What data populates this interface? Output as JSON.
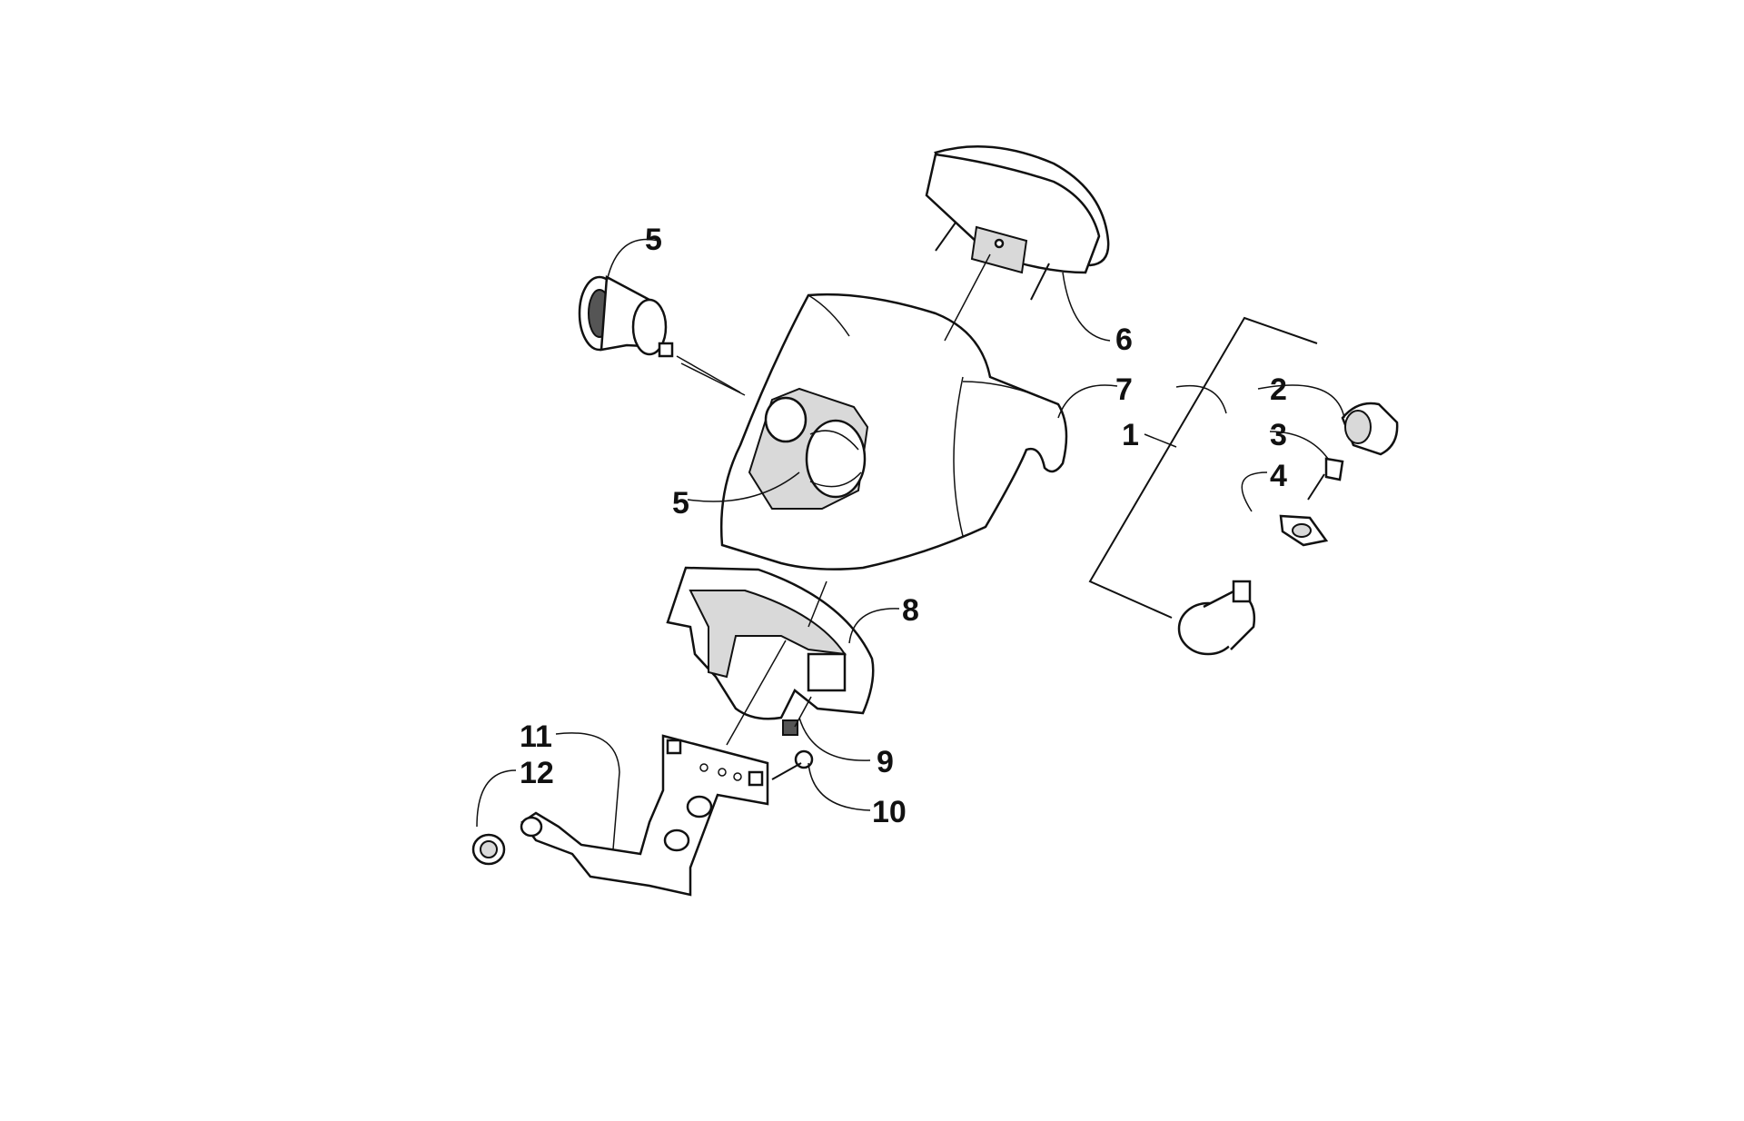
{
  "diagram": {
    "callouts": {
      "c1": "1",
      "c2": "2",
      "c3": "3",
      "c4": "4",
      "c5a": "5",
      "c5b": "5",
      "c6": "6",
      "c7": "7",
      "c8": "8",
      "c9": "9",
      "c10": "10",
      "c11": "11",
      "c12": "12"
    },
    "colors": {
      "line": "#111111",
      "background": "#ffffff"
    }
  }
}
